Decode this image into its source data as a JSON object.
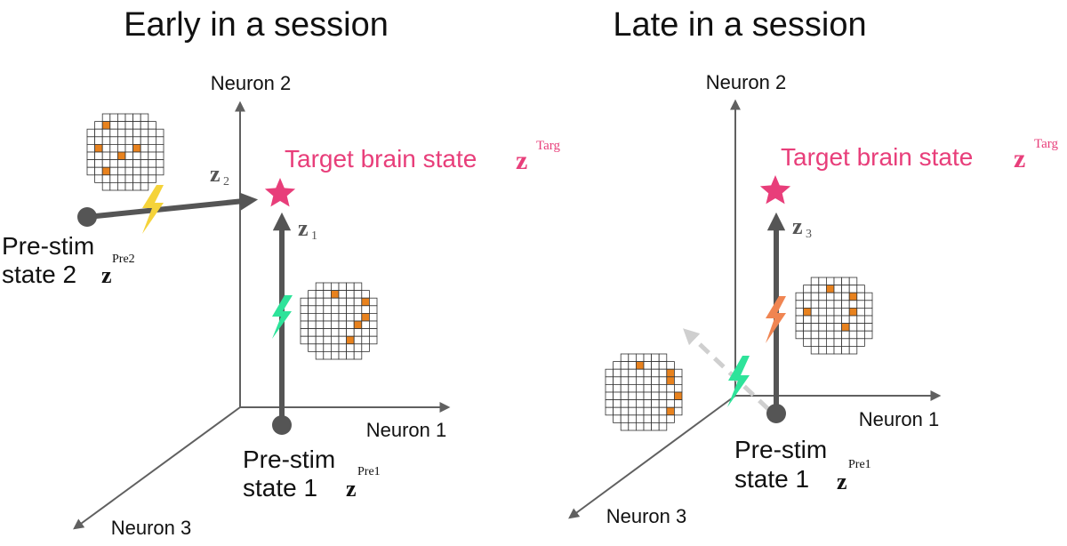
{
  "colors": {
    "axis": "#606060",
    "vector": "#555555",
    "target": "#e83e7a",
    "bolt_yellow": "#f5d33a",
    "bolt_green": "#2ee39a",
    "bolt_orange": "#f08552",
    "pixel_on": "#e8821e",
    "dashed": "#cfcfcf"
  },
  "left": {
    "title": "Early in a session",
    "axis_neuron1": "Neuron 1",
    "axis_neuron2": "Neuron 2",
    "axis_neuron3": "Neuron 3",
    "target_label": "Target brain state",
    "target_sup": "Targ",
    "z_symbol": "z",
    "vec1_sub": "1",
    "vec2_sub": "2",
    "pre1_line1": "Pre-stim",
    "pre1_line2": "state 1",
    "pre1_sup": "Pre1",
    "pre2_line1": "Pre-stim",
    "pre2_line2": "state 2",
    "pre2_sup": "Pre2"
  },
  "right": {
    "title": "Late in a session",
    "axis_neuron1": "Neuron 1",
    "axis_neuron2": "Neuron 2",
    "axis_neuron3": "Neuron 3",
    "target_label": "Target brain state",
    "target_sup": "Targ",
    "z_symbol": "z",
    "vec3_sub": "3",
    "pre1_line1": "Pre-stim",
    "pre1_line2": "state 1",
    "pre1_sup": "Pre1"
  },
  "pattern_grids": [
    {
      "on": [
        [
          1,
          2
        ],
        [
          4,
          1
        ],
        [
          4,
          6
        ],
        [
          5,
          4
        ],
        [
          7,
          2
        ]
      ]
    },
    {
      "on": [
        [
          1,
          4
        ],
        [
          2,
          8
        ],
        [
          4,
          8
        ],
        [
          5,
          7
        ],
        [
          7,
          6
        ]
      ]
    },
    {
      "on": [
        [
          1,
          4
        ],
        [
          2,
          7
        ],
        [
          4,
          1
        ],
        [
          4,
          7
        ],
        [
          6,
          6
        ]
      ]
    },
    {
      "on": [
        [
          1,
          4
        ],
        [
          2,
          8
        ],
        [
          3,
          8
        ],
        [
          5,
          9
        ],
        [
          7,
          8
        ]
      ]
    }
  ]
}
